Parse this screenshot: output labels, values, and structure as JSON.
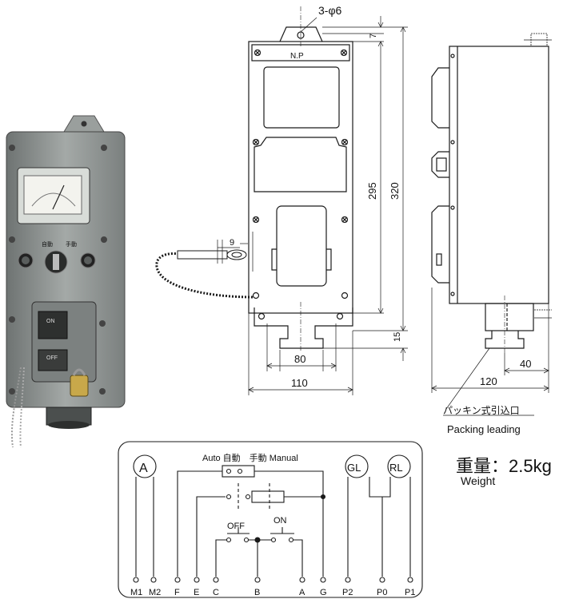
{
  "drawing": {
    "holes": "3-φ6",
    "nameplate": "N.P",
    "dims": {
      "top_offset": "7",
      "inner_height": "295",
      "total_height": "320",
      "tab": "9",
      "bottom": "15",
      "inner_width": "80",
      "total_width": "110",
      "depth": "120",
      "gland": "40"
    }
  },
  "device_photo": {
    "label_top_left": "自動",
    "label_top_right": "手動",
    "button_on": "ON",
    "button_off": "OFF"
  },
  "packing": {
    "jp": "パッキン式引込口",
    "en": "Packing leading"
  },
  "weight": {
    "jp": "重量：2.5kg",
    "en": "Weight"
  },
  "wiring": {
    "ammeter": "A",
    "switch_label": "Auto 自動　手動 Manual",
    "lamp_green": "GL",
    "lamp_red": "RL",
    "off": "OFF",
    "on": "ON",
    "terminals": [
      "M1",
      "M2",
      "F",
      "E",
      "C",
      "B",
      "A",
      "G",
      "P2",
      "P0",
      "P1"
    ]
  },
  "colors": {
    "line": "#1a1a1a",
    "photo_body": "#8d9290",
    "photo_dark": "#3a3d3c"
  }
}
